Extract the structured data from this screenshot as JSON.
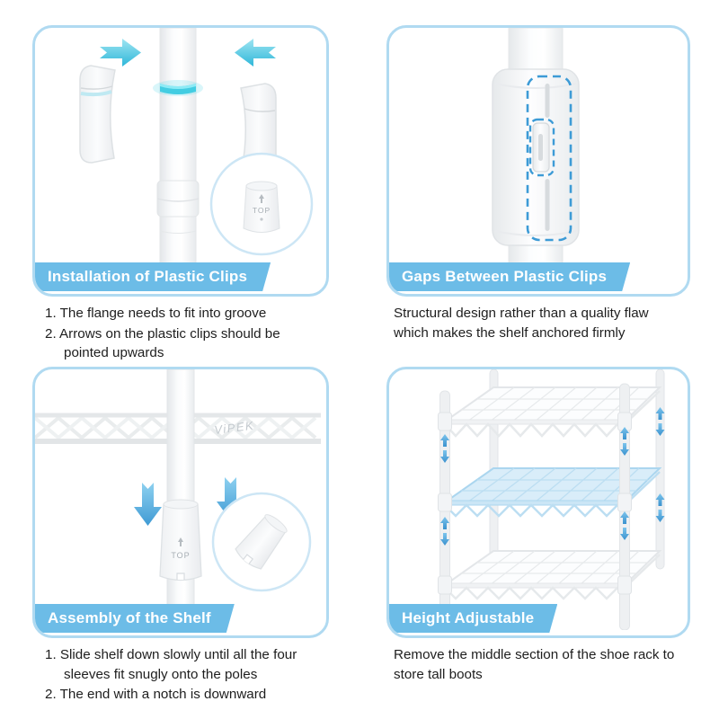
{
  "theme": {
    "background": "#ffffff",
    "panel_border": "#b0daf1",
    "banner_bg": "#6cbce7",
    "banner_text": "#ffffff",
    "note_text": "#1e1e1e",
    "cyan_arrow": "#45c8e0",
    "blue_arrow": "#3f9ad4",
    "dashed_outline": "#3d9bd6",
    "shelf_highlight": "#d9edf9"
  },
  "icons": {
    "right-arrow-icon": "cyan chunky arrow pointing right toward pole",
    "left-arrow-icon": "cyan chunky arrow pointing left toward pole",
    "down-arrow-icon": "blue chunky arrow pointing down",
    "adjust-arrows-icon": "small blue up/down arrow pair on rack pole",
    "gap-outline-icon": "blue dashed rounded rectangle highlight"
  },
  "panels": [
    {
      "title": "Installation of Plastic Clips",
      "notes": [
        "1. The flange needs to fit into groove",
        "2. Arrows on the plastic clips should be pointed upwards"
      ],
      "sleeve_label": "TOP"
    },
    {
      "title": "Gaps Between Plastic Clips",
      "notes": [
        "Structural design rather than a quality flaw which makes the shelf anchored firmly"
      ]
    },
    {
      "title": "Assembly of the Shelf",
      "notes": [
        "1. Slide shelf down slowly until all the four sleeves fit snugly onto the poles",
        "2. The end with a notch is downward"
      ],
      "sleeve_label": "TOP",
      "brand": "ViPEK"
    },
    {
      "title": "Height Adjustable",
      "notes": [
        "Remove the middle section of the shoe rack to store tall boots"
      ]
    }
  ]
}
